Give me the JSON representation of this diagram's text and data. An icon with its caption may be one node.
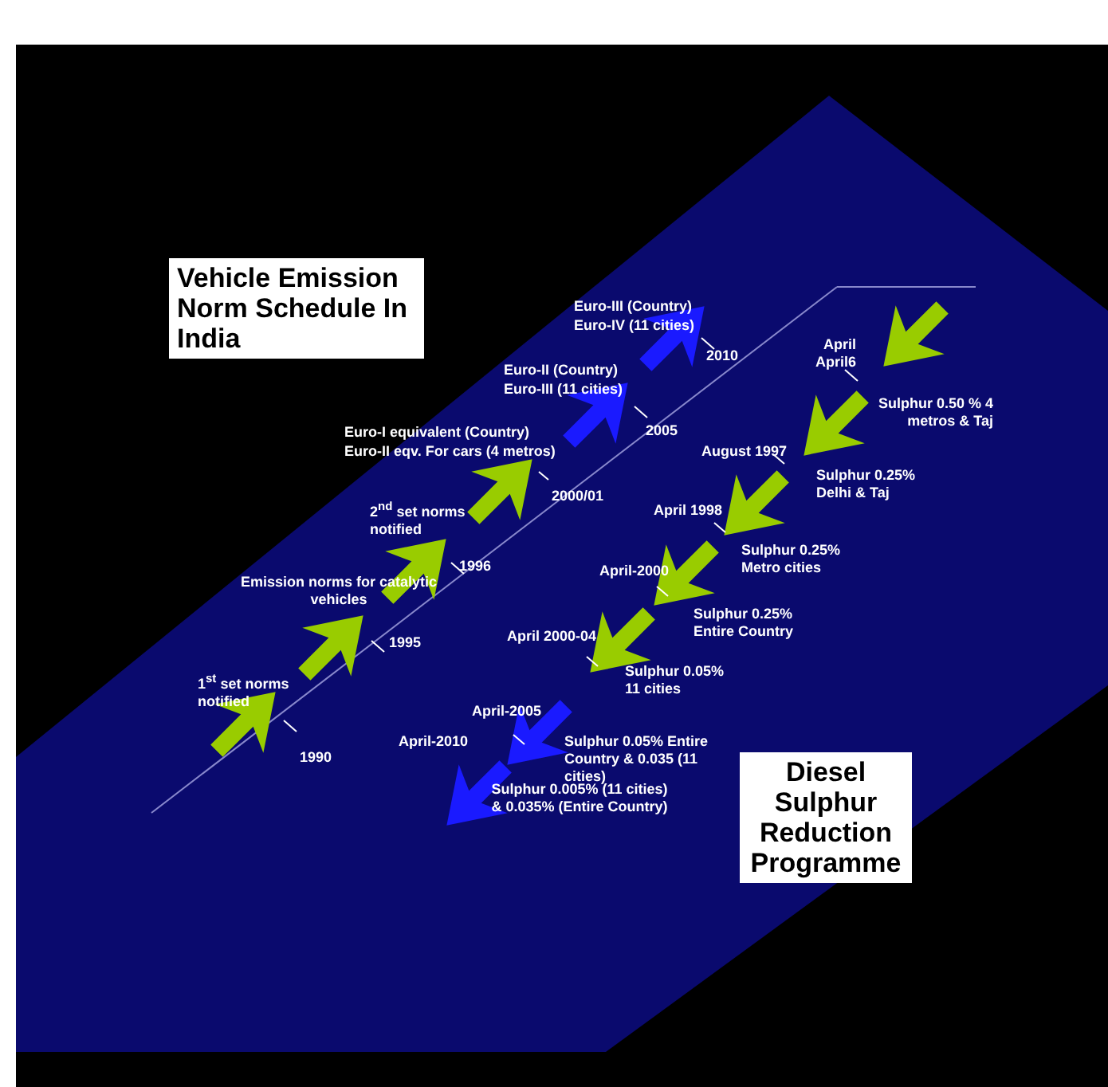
{
  "diagram": {
    "nodes": [
      {
        "text": [
          "Vehicle Emission Norm Schedule In India"
        ]
      },
      {
        "text": [
          "Diesel Sulphur Reduction Programme"
        ]
      }
    ],
    "labels": [
      "1$^{st}$ set norms notified",
      "1990",
      "Emission norms for catalytic vehicles",
      "1995",
      "2$^{nd}$ set norms notified",
      "1996",
      "Euro-I equivalent (Country)",
      "Euro-II eqv. For cars (4 metros)",
      "2000/01",
      "Euro-II (Country)",
      "Euro-III (11 cities)",
      "2005",
      "Euro-III (Country)",
      "Euro-IV (11 cities)",
      "2010",
      "April April6",
      "Sulphur 0.50 % 4 metros & Taj",
      "August 1997",
      "Sulphur 0.25% Delhi & Taj",
      "April 1998",
      "Sulphur 0.25% Metro cities",
      "April-2000",
      "Sulphur 0.25% Entire Country",
      "April 2000-04",
      "Sulphur 0.05% 11 cities",
      "April-2005",
      "Sulphur 0.05% Entire Country & 0.035 (11 cities)",
      "April-2010",
      "Sulphur 0.005% (11 cities) & 0.035% (Entire Country)"
    ]
  }
}
